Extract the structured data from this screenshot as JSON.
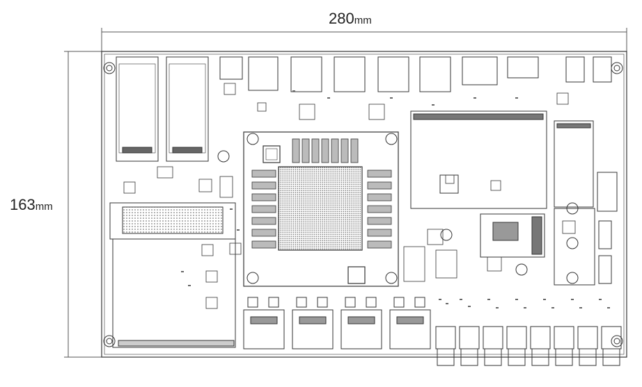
{
  "dimensions": {
    "width_value": "280",
    "width_unit": "mm",
    "height_value": "163",
    "height_unit": "mm"
  },
  "board": {
    "ethernet_ports_bottom_count": 4,
    "rj_connectors_right_count": 8,
    "sfp_cages_top_count": 2,
    "mounting_holes_count": 4
  },
  "colors": {
    "line": "#333333",
    "background": "#ffffff",
    "bga_fill": "#9a9a9a"
  }
}
